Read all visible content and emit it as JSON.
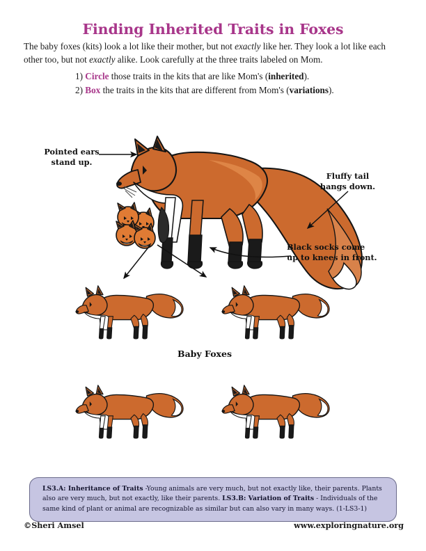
{
  "title": "Finding Inherited Traits in Foxes",
  "intro": {
    "part1": "The baby foxes (kits) look a lot like their mother, but not ",
    "em1": "exactly",
    "part2": " like her. They look a lot like each other too, but not ",
    "em2": "exactly",
    "part3": " alike. Look carefully at the three traits labeled on Mom."
  },
  "instructions": [
    {
      "number": "1)",
      "keyword": "Circle",
      "text_before": " those traits in the kits that are like Mom's (",
      "bold_word": "inherited",
      "text_after": ")."
    },
    {
      "number": "2)",
      "keyword": "Box",
      "text_before": " the traits in the kits that are different from Mom's (",
      "bold_word": "variations",
      "text_after": ")."
    }
  ],
  "callouts": {
    "ears": "Pointed ears\nstand up.",
    "ears_line1": "Pointed ears",
    "ears_line2": "stand up.",
    "tail_line1": "Fluffy tail",
    "tail_line2": "hangs down.",
    "socks_line1": "Black socks come",
    "socks_line2": "up to knees in front."
  },
  "caption_babies": "Baby Foxes",
  "standards": {
    "code_a": "LS3.A: Inheritance of Traits",
    "text_a": " -Young animals are very much, but not exactly like, their parents. Plants also are very much, but not exactly, like their parents. ",
    "code_b": "LS3.B: Variation of Traits",
    "text_b": " - Individuals of the same kind of plant or animal are recognizable as similar but can also vary in many ways. (1-LS3-1)"
  },
  "footer": {
    "copyright": "©Sheri Amsel",
    "website": "www.exploringnature.org"
  },
  "colors": {
    "title": "#A8368A",
    "keyword": "#A8368A",
    "standards_fill": "#C6C5E2",
    "standards_border": "#6a6a8a",
    "fox_body": "#C9632B",
    "fox_light": "#E08A4A",
    "fox_dark": "#8E4418",
    "fox_black": "#171717",
    "fox_white": "#FFFFFF",
    "outline": "#111111"
  },
  "illustration": {
    "mother_fox": "adult red fox standing, facing left, pointed ears up, fluffy tail hanging down, black socks to knees, white chest and tail tip",
    "kit_cluster": "cluster of four fox kits huddled together",
    "baby_foxes_count": 4,
    "arrows": [
      "arrow from 'Pointed ears stand up.' label pointing right to mother's ears",
      "arrow from 'Fluffy tail hangs down.' label pointing down-left to mother's tail",
      "arrow from 'Black socks come up to knees in front.' label pointing left to mother's front leg",
      "arrow from kit cluster pointing down-left to first baby fox",
      "arrow from kit cluster pointing down-right to second baby fox"
    ]
  }
}
